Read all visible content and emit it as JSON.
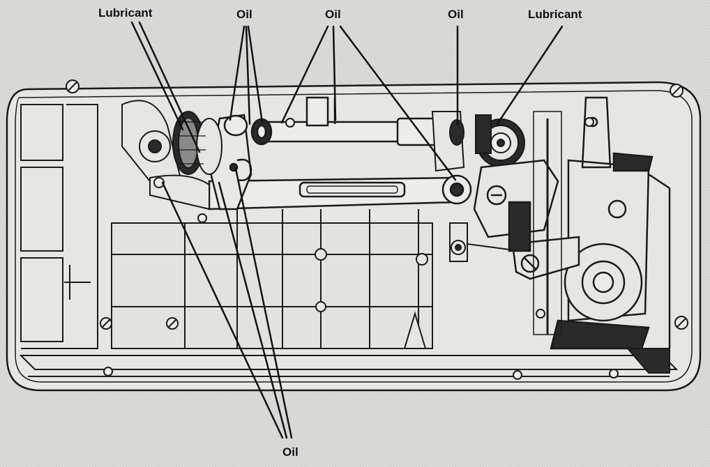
{
  "diagram": {
    "callouts": [
      {
        "id": "lubricant-left",
        "label": "Lubricant"
      },
      {
        "id": "oil-1",
        "label": "Oil"
      },
      {
        "id": "oil-2",
        "label": "Oil"
      },
      {
        "id": "oil-3",
        "label": "Oil"
      },
      {
        "id": "lubricant-right",
        "label": "Lubricant"
      },
      {
        "id": "oil-bottom",
        "label": "Oil"
      }
    ],
    "colors": {
      "background": "#d9d9d7",
      "line": "#1a1a1a",
      "fill_light": "#e6e6e3",
      "fill_dark": "#2a2a2a"
    }
  }
}
